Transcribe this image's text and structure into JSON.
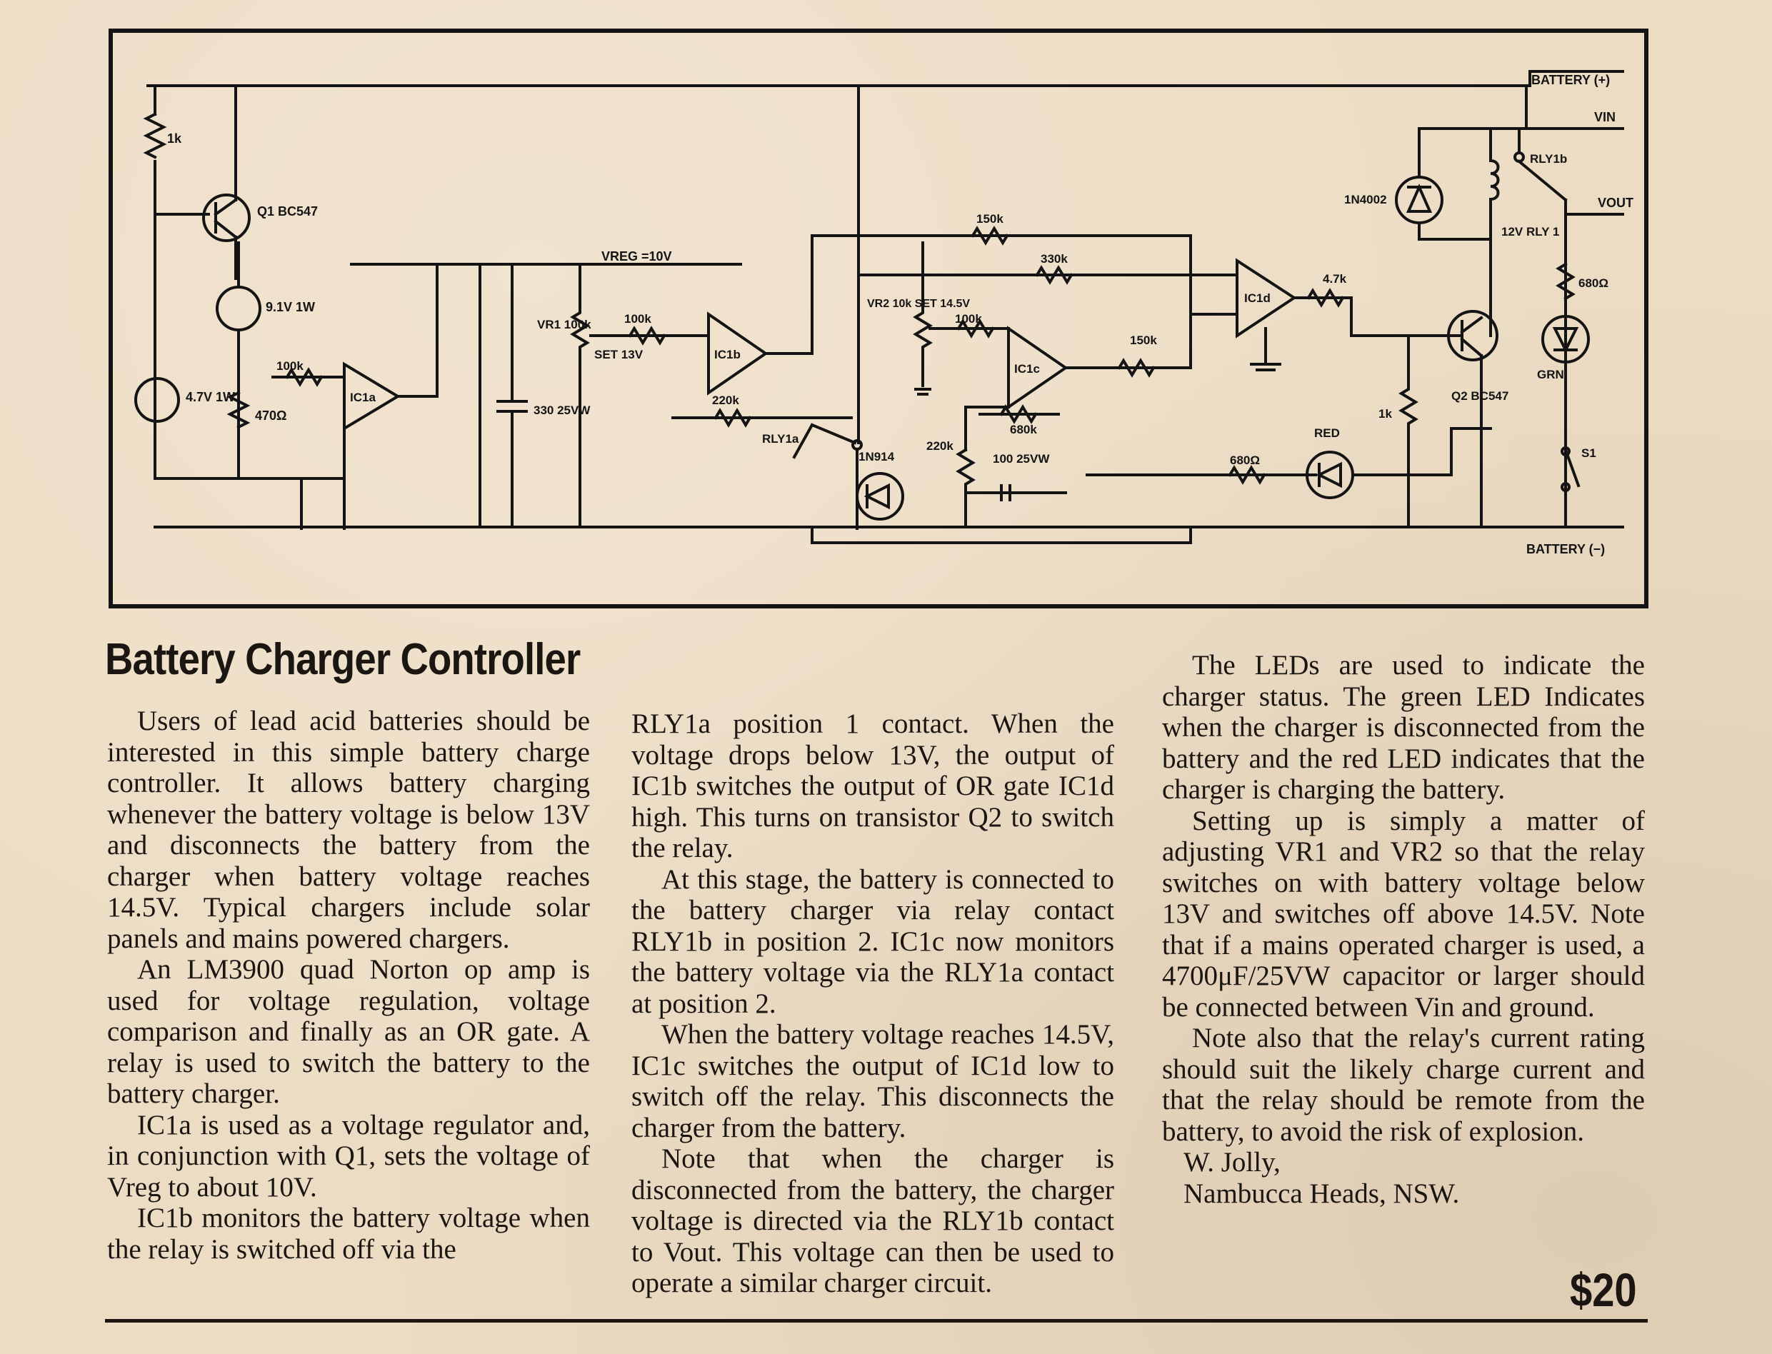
{
  "schematic": {
    "labels": {
      "battery_pos": "BATTERY (+)",
      "battery_neg": "BATTERY (−)",
      "vin": "VIN",
      "vout": "VOUT",
      "vreg": "VREG =10V",
      "rly1b": "RLY1b",
      "rly1a": "RLY1a",
      "relay": "12V RLY 1",
      "q1": "Q1 BC547",
      "q2": "Q2 BC547",
      "zener1": "9.1V 1W",
      "zener2": "4.7V 1W",
      "diode1": "1N4002",
      "diode2": "1N914",
      "vr1": "VR1 100k",
      "vr1_set": "SET 13V",
      "vr2": "VR2 10k SET 14.5V",
      "cap1": "330 25VW",
      "cap2": "100 25VW",
      "ic1a": "IC1a",
      "ic1b": "IC1b",
      "ic1c": "IC1c",
      "ic1d": "IC1d",
      "r_1k_top": "1k",
      "r_1k_q2": "1k",
      "r_470": "470Ω",
      "r_100k_a": "100k",
      "r_100k_b": "100k",
      "r_100k_c": "100k",
      "r_150k_top": "150k",
      "r_150k_mid": "150k",
      "r_330k": "330k",
      "r_220k_a": "220k",
      "r_220k_b": "220k",
      "r_680k": "680k",
      "r_47k": "4.7k",
      "r_680_a": "680Ω",
      "r_680_b": "680Ω",
      "led_red": "RED",
      "led_grn": "GRN",
      "s1": "S1"
    }
  },
  "article": {
    "title": "Battery Charger  Controller",
    "col1": [
      "Users of lead acid batteries should be interested in this simple battery charge controller. It allows battery charging whenever the battery voltage is below 13V and disconnects the battery from the charger when battery voltage reaches 14.5V. Typical chargers include solar panels and mains powered chargers.",
      "An LM3900 quad Norton op amp is used for voltage regulation, voltage comparison and finally as an OR gate. A relay is used to switch the battery to the battery charger.",
      "IC1a is used as a voltage regulator and, in conjunction with Q1, sets the voltage of Vreg to about 10V.",
      "IC1b monitors the battery voltage when the relay is switched off via the"
    ],
    "col2": [
      "RLY1a position 1 contact. When the voltage drops below 13V, the output of IC1b switches the output of OR gate IC1d high. This turns on transistor Q2 to switch the relay.",
      "At this stage, the battery is connected to the battery charger via relay contact RLY1b in position 2. IC1c now monitors the battery voltage via the RLY1a contact at position 2.",
      "When the battery voltage reaches 14.5V, IC1c switches the output of IC1d low to switch off the relay. This disconnects the charger from the battery.",
      "Note that when the charger is disconnected from the battery, the charger voltage is directed via the RLY1b contact to Vout. This voltage can then be used to operate a similar charger circuit."
    ],
    "col3": [
      "The LEDs are used to indicate the charger status. The green LED Indicates when the charger is disconnected from the battery and the red LED indicates that the charger is charging the battery.",
      "Setting up is simply a matter of adjusting VR1 and VR2 so that the relay switches on with battery voltage below 13V and switches off above 14.5V. Note that if a mains operated charger is used, a 4700μF/25VW capacitor or larger should be connected between Vin and ground.",
      "Note also that the relay's current rating should suit the likely charge current and that the relay should be remote from the battery, to avoid the risk of explosion."
    ],
    "author_name": "W. Jolly,",
    "author_place": "Nambucca Heads, NSW.",
    "price": "$20"
  }
}
